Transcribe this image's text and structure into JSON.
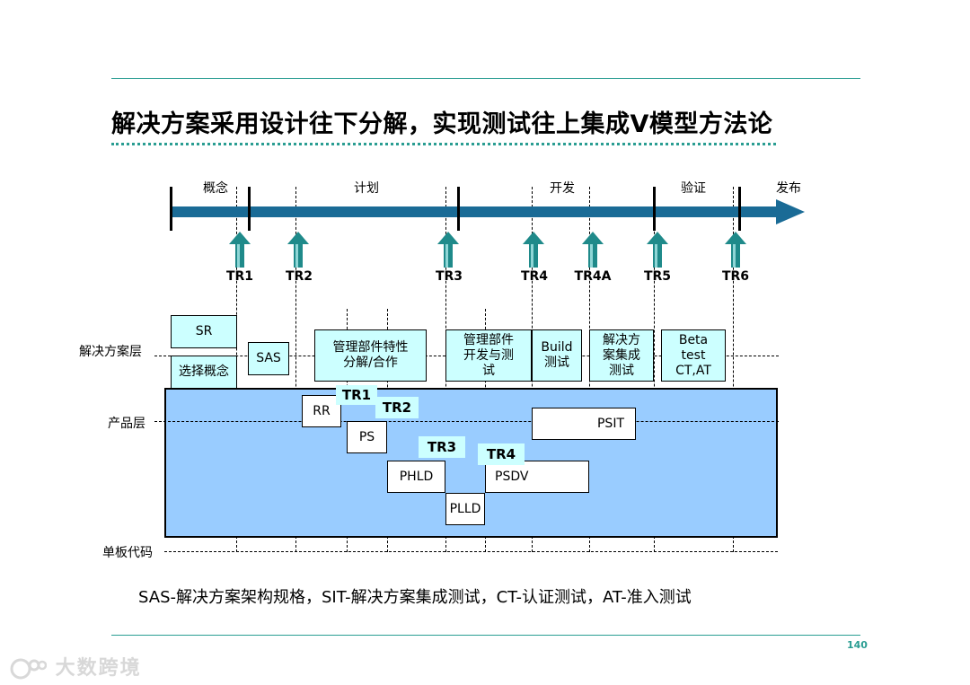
{
  "title": "解决方案采用设计往下分解，实现测试往上集成V模型方法论",
  "phases": [
    "概念",
    "计划",
    "开发",
    "验证",
    "发布"
  ],
  "tr_markers": [
    "TR1",
    "TR2",
    "TR3",
    "TR4",
    "TR4A",
    "TR5",
    "TR6"
  ],
  "layers": {
    "solution": "解决方案层",
    "product": "产品层",
    "board": "单板代码"
  },
  "boxes": {
    "sr": "SR",
    "select_concept": "选择概念",
    "sas": "SAS",
    "mgmt_spec": "管理部件特性\n分解/合作",
    "mgmt_dev_test": "管理部件\n开发与测\n试",
    "build_test": "Build\n测试",
    "solution_integration": "解决方\n案集成\n测试",
    "beta_test": "Beta\ntest\nCT,AT",
    "rr": "RR",
    "ps": "PS",
    "phld": "PHLD",
    "plld": "PLLD",
    "psdv": "PSDV",
    "psit": "PSIT"
  },
  "inner_tr_tags": [
    "TR1",
    "TR2",
    "TR3",
    "TR4"
  ],
  "legend": "SAS-解决方案架构规格，SIT-解决方案集成测试，CT-认证测试，AT-准入测试",
  "page_number": "140",
  "watermark": "大数跨境",
  "colors": {
    "accent_line": "#2a9d92",
    "timeline": "#1a6b96",
    "tr_arrow": "#1f8a8a",
    "product_fill": "#99ccff",
    "box_fill": "#ccffff"
  }
}
